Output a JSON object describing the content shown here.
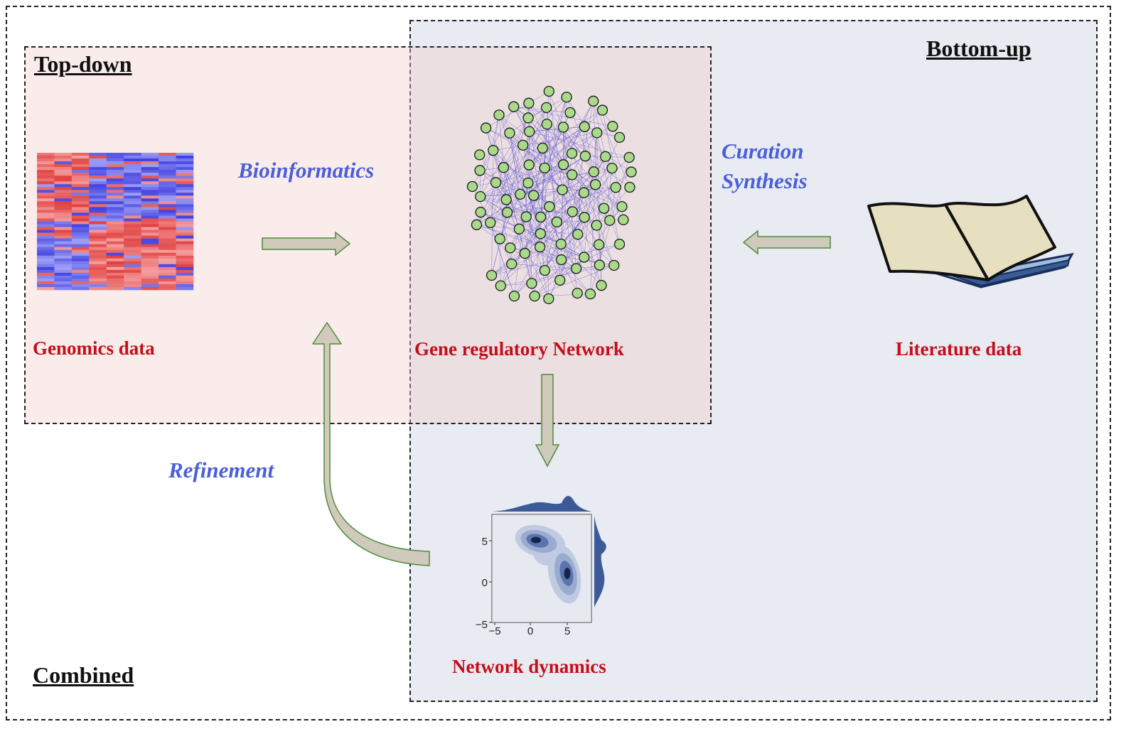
{
  "sections": {
    "top_down": "Top-down",
    "bottom_up": "Bottom-up",
    "combined": "Combined"
  },
  "nodes": {
    "genomics": "Genomics data",
    "network": "Gene regulatory Network",
    "literature": "Literature data",
    "dynamics": "Network dynamics"
  },
  "processes": {
    "bioinformatics": "Bioinformatics",
    "curation": "Curation",
    "synthesis": "Synthesis",
    "refinement": "Refinement"
  },
  "density_plot": {
    "y_ticks": [
      "5",
      "0",
      "−5"
    ],
    "x_ticks": [
      "−5",
      "0",
      "5"
    ]
  },
  "colors": {
    "red_label": "#c40f1a",
    "blue_label": "#4a5fd8",
    "arrow_fill": "#cfcabc",
    "arrow_stroke": "#4f8a3c",
    "node_fill": "#a9d98a",
    "edge": "#5a4fd0"
  }
}
